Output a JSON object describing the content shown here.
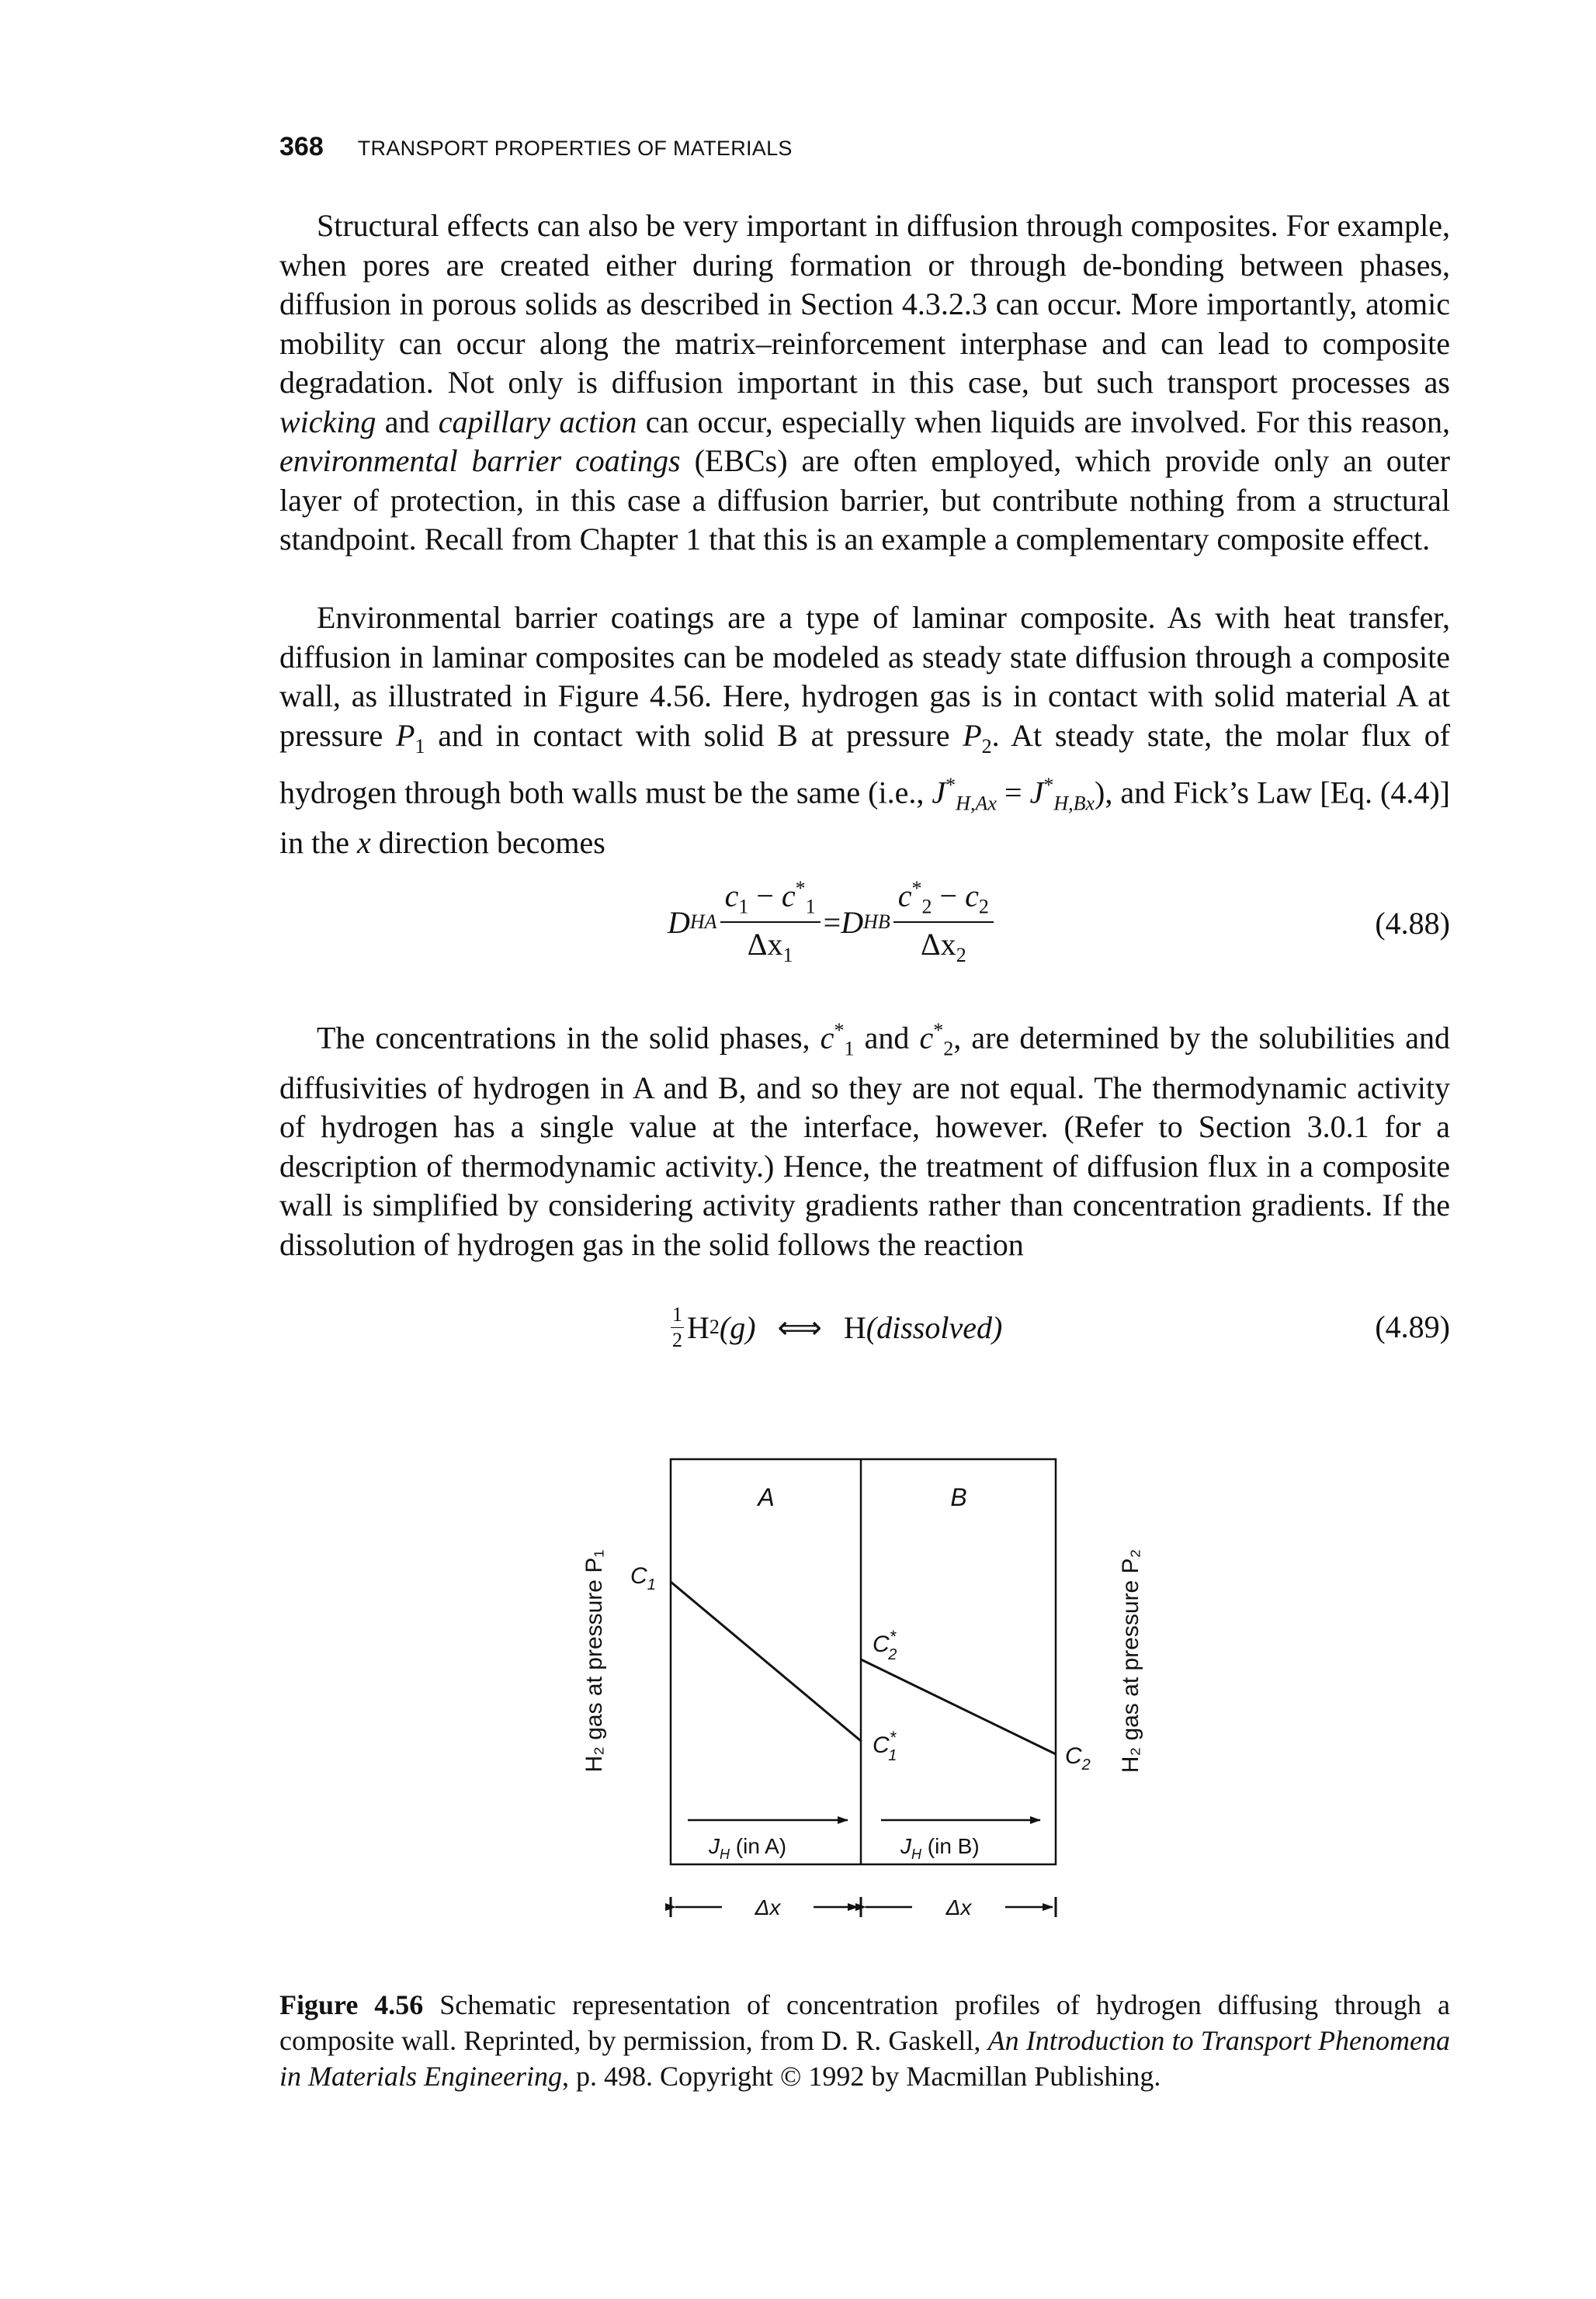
{
  "header": {
    "page_number": "368",
    "running_title": "TRANSPORT PROPERTIES OF MATERIALS"
  },
  "paragraph_1": {
    "text_a": "Structural effects can also be very important in diffusion through composites. For example, when pores are created either during formation or through de-bonding between phases, diffusion in porous solids as described in Section 4.3.2.3 can occur. More importantly, atomic mobility can occur along the matrix–reinforcement interphase and can lead to composite degradation. Not only is diffusion important in this case, but such transport processes as ",
    "em_1": "wicking",
    "text_b": " and ",
    "em_2": "capillary action",
    "text_c": " can occur, especially when liquids are involved. For this reason, ",
    "em_3": "environmental barrier coatings",
    "text_d": " (EBCs) are often employed, which provide only an outer layer of protection, in this case a diffusion barrier, but contribute nothing from a structural standpoint. Recall from Chapter 1 that this is an example a complementary composite effect."
  },
  "paragraph_2": {
    "text_a": "Environmental barrier coatings are a type of laminar composite. As with heat transfer, diffusion in laminar composites can be modeled as steady state diffusion through a composite wall, as illustrated in Figure 4.56. Here, hydrogen gas is in contact with solid material A at pressure ",
    "p1_sym": "P",
    "p1_sub": "1",
    "text_b": " and in contact with solid B at pressure ",
    "p2_sym": "P",
    "p2_sub": "2",
    "text_c": ". At steady state, the molar flux of hydrogen through both walls must be the same (i.e., ",
    "j_sym": "J",
    "j_sup": "*",
    "j_sub_a": "H,Ax",
    "equals": " = ",
    "j_sub_b": "H,Bx",
    "text_d": "), and Fick’s Law [Eq. (4.4)] in the ",
    "x_var": "x",
    "text_e": " direction becomes"
  },
  "eq_488": {
    "d_sym": "D",
    "d_sub_a": "HA",
    "d_sub_b": "HB",
    "num_a_c1": "c",
    "num_a_c1_sub": "1",
    "minus": " − ",
    "num_a_c1s": "c",
    "star": "*",
    "num_a_c1s_sub": "1",
    "den_a": "Δx",
    "den_a_sub": "1",
    "equals": " = ",
    "num_b_c2s": "c",
    "num_b_c2s_sub": "2",
    "num_b_c2": "c",
    "num_b_c2_sub": "2",
    "den_b": "Δx",
    "den_b_sub": "2",
    "number": "(4.88)"
  },
  "paragraph_3": {
    "text_a": "The concentrations in the solid phases, ",
    "c1s": "c",
    "c1s_sub": "1",
    "star": "*",
    "and": " and ",
    "c2s": "c",
    "c2s_sub": "2",
    "text_b": ", are determined by the solubilities and diffusivities of hydrogen in A and B, and so they are not equal. The thermodynamic activity of hydrogen has a single value at the interface, however. (Refer to Section 3.0.1 for a description of thermodynamic activity.) Hence, the treatment of diffusion flux in a composite wall is simplified by considering activity gradients rather than concentration gradients. If the dissolution of hydrogen gas in the solid follows the reaction"
  },
  "eq_489": {
    "half_num": "1",
    "half_den": "2",
    "species_left": "H",
    "species_left_sub": "2",
    "phase_left": "(g)",
    "arrow": "⟺",
    "species_right": "H ",
    "phase_right": "(dissolved)",
    "number": "(4.89)"
  },
  "figure": {
    "label_A": "A",
    "label_B": "B",
    "left_side_label": "H₂ gas at pressure P₁",
    "right_side_label": "H₂ gas at pressure P₂",
    "c1": "C",
    "c1_sub": "1",
    "c2": "C",
    "c2_sub": "2",
    "c1_star": "C",
    "c1_star_sub": "1",
    "c2_star": "C",
    "c2_star_sub": "2",
    "star": "*",
    "flux_A": "J",
    "flux_A_sub": "H",
    "flux_A_tail": " (in A)",
    "flux_B": "J",
    "flux_B_sub": "H",
    "flux_B_tail": " (in B)",
    "dx_left": "Δx",
    "dx_right": "Δx"
  },
  "caption": {
    "label": "Figure 4.56",
    "text_a": "  Schematic representation of concentration profiles of hydrogen diffusing through a composite wall. Reprinted, by permission, from D. R. Gaskell, ",
    "book_title": "An Introduction to Transport Phenomena in Materials Engineering",
    "text_b": ", p. 498. Copyright © 1992 by Macmillan Publishing."
  }
}
